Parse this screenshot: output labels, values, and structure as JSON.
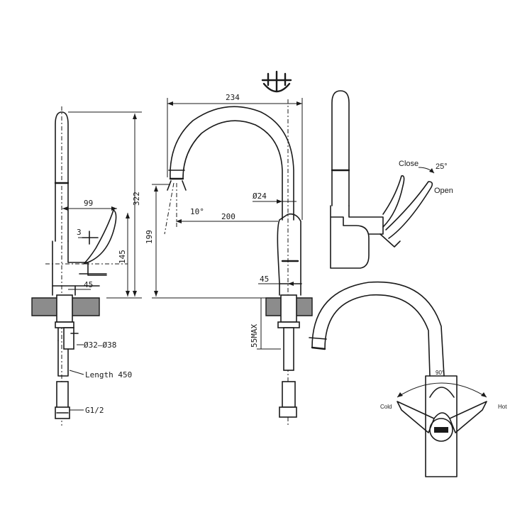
{
  "dimensions": {
    "left_height_total": "322",
    "left_handle_offset": "99",
    "left_small": "3",
    "left_body_height": "145",
    "left_base": "45",
    "hole_diameter": "Ø32–Ø38",
    "hose_length": "Length 450",
    "thread": "G1/2",
    "reach_width": "234",
    "spout_diameter": "Ø24",
    "spout_angle": "10°",
    "spout_reach": "200",
    "spout_height": "199",
    "center_base": "45",
    "counter_thickness": "55MAX",
    "handle_angle": "25°",
    "swivel_angle": "90°"
  },
  "labels": {
    "close": "Close",
    "open": "Open",
    "cold": "Cold",
    "hot": "Hot"
  },
  "icons": {
    "top_symbol": "hot-cold-mixer-icon"
  }
}
